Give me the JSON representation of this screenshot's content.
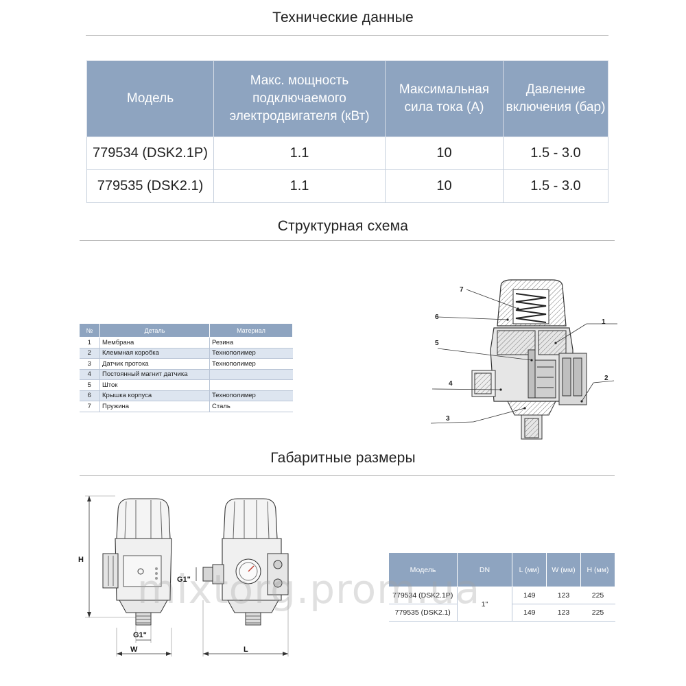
{
  "sections": {
    "tech": "Технические данные",
    "scheme": "Структурная схема",
    "dims": "Габаритные размеры"
  },
  "spec_table": {
    "headers": [
      "Модель",
      "Макс. мощность подключаемого электродвигателя (кВт)",
      "Максимальная сила тока (А)",
      "Давление включения (бар)"
    ],
    "rows": [
      [
        "779534 (DSK2.1P)",
        "1.1",
        "10",
        "1.5 - 3.0"
      ],
      [
        "779535 (DSK2.1)",
        "1.1",
        "10",
        "1.5 - 3.0"
      ]
    ]
  },
  "parts_table": {
    "headers": [
      "№",
      "Деталь",
      "Материал"
    ],
    "rows": [
      [
        "1",
        "Мембрана",
        "Резина"
      ],
      [
        "2",
        "Клеммная коробка",
        "Технополимер"
      ],
      [
        "3",
        "Датчик протока",
        "Технополимер"
      ],
      [
        "4",
        "Постоянный магнит датчика",
        ""
      ],
      [
        "5",
        "Шток",
        ""
      ],
      [
        "6",
        "Крышка корпуса",
        "Технополимер"
      ],
      [
        "7",
        "Пружина",
        "Сталь"
      ]
    ]
  },
  "callouts": [
    "1",
    "2",
    "3",
    "4",
    "5",
    "6",
    "7"
  ],
  "dimension_labels": {
    "h": "H",
    "w": "W",
    "l": "L",
    "g_front": "G1\"",
    "g_side": "G1\""
  },
  "dims_table": {
    "headers": [
      "Модель",
      "DN",
      "L (мм)",
      "W (мм)",
      "H (мм)"
    ],
    "dn": "1\"",
    "rows": [
      [
        "779534 (DSK2.1P)",
        "149",
        "123",
        "225"
      ],
      [
        "779535 (DSK2.1)",
        "149",
        "123",
        "225"
      ]
    ]
  },
  "watermark": "mixtorg.prom.ua",
  "colors": {
    "header_blue": "#8ea4c0",
    "row_alt": "#dde5f0",
    "rule": "#b7b7b7"
  }
}
